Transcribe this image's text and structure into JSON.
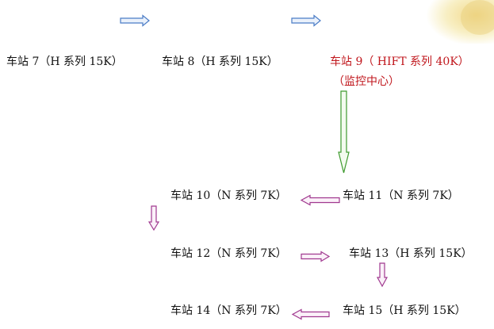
{
  "colors": {
    "blue_arrow": "#4a7cc6",
    "blue_arrow_fill": "#eaf1fb",
    "green_arrow": "#3e9a2e",
    "green_arrow_fill": "#f3fbef",
    "purple_arrow": "#a0388f",
    "purple_arrow_fill": "#fbf1f9",
    "highlight_text": "#c0161c",
    "corner_yellow": "#f6e89a"
  },
  "stations": {
    "s7": "车站 7（H 系列 15K）",
    "s8": "车站 8（H 系列 15K）",
    "s9": "车站 9（ HIFT 系列 40K）",
    "s9_note": "（监控中心）",
    "s10": "车站 10（N 系列  7K）",
    "s11": "车站 11（N 系列  7K）",
    "s12": "车站 12（N 系列  7K）",
    "s13": "车站 13（H 系列 15K）",
    "s14": "车站 14（N 系列  7K）",
    "s15": "车站 15（H 系列 15K）"
  }
}
